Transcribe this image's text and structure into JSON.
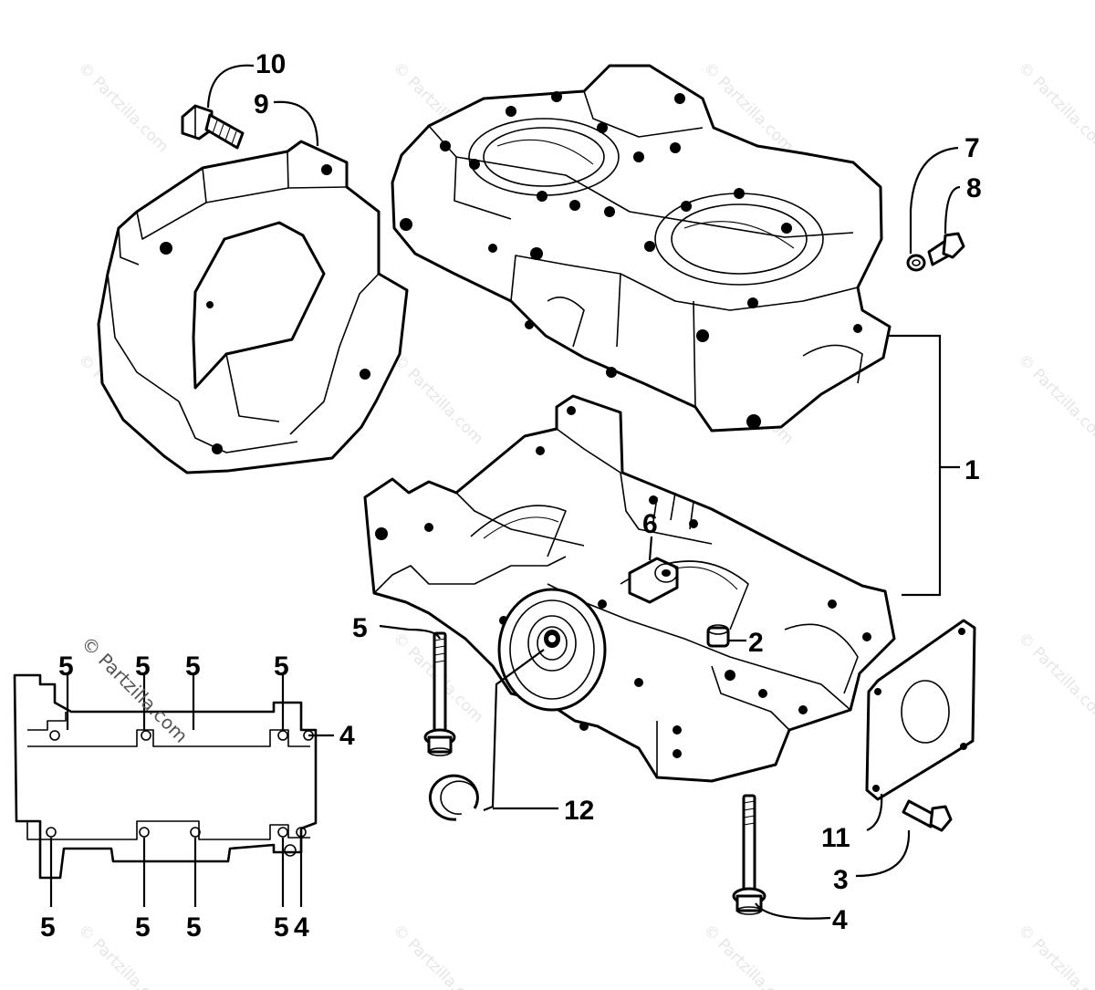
{
  "watermark": {
    "text": "© Partzilla.com"
  },
  "callouts": {
    "c1": "1",
    "c2": "2",
    "c3": "3",
    "c4_bolt": "4",
    "c4_gasket_a": "4",
    "c4_gasket_b": "4",
    "c5_bolt": "5",
    "c5_g_top_1": "5",
    "c5_g_top_2": "5",
    "c5_g_top_3": "5",
    "c5_g_top_4": "5",
    "c5_g_bot_1": "5",
    "c5_g_bot_2": "5",
    "c5_g_bot_3": "5",
    "c5_g_bot_4": "5",
    "c6": "6",
    "c7": "7",
    "c8": "8",
    "c9": "9",
    "c10": "10",
    "c11": "11",
    "c12": "12"
  }
}
